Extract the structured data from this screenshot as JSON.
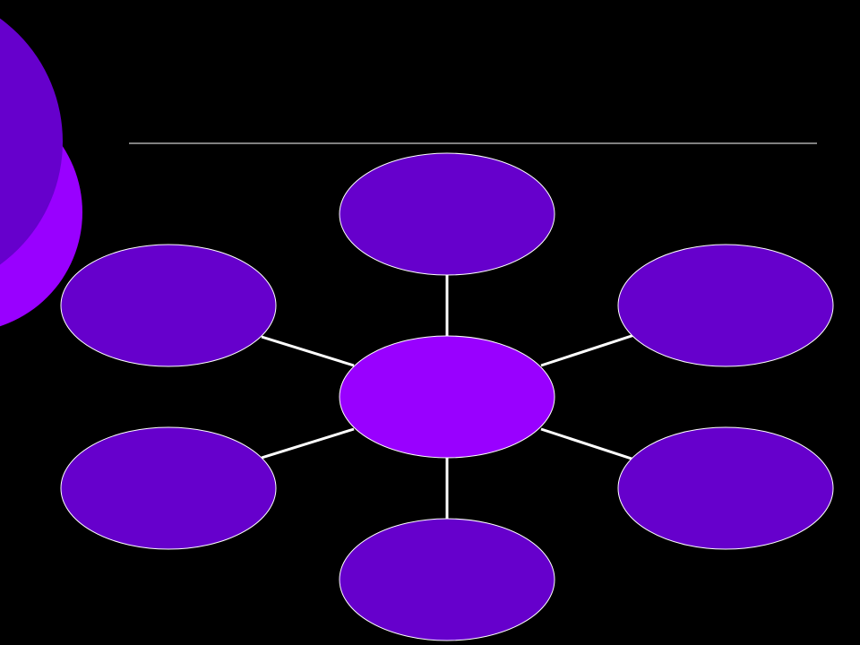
{
  "slide": {
    "background_color": "#000000",
    "title": ""
  },
  "colors": {
    "accent_bright": "#9900FF",
    "accent_dark": "#6600CC",
    "ellipse_border": "#FFFFFF",
    "connector": "#FFFFFF",
    "title_rule": "#FFFFFF"
  },
  "diagram": {
    "type": "hub-and-spoke",
    "hub": {
      "label": ""
    },
    "spokes": [
      {
        "id": "top",
        "label": ""
      },
      {
        "id": "upper-left",
        "label": ""
      },
      {
        "id": "upper-right",
        "label": ""
      },
      {
        "id": "lower-left",
        "label": ""
      },
      {
        "id": "lower-right",
        "label": ""
      },
      {
        "id": "bottom",
        "label": ""
      }
    ]
  }
}
